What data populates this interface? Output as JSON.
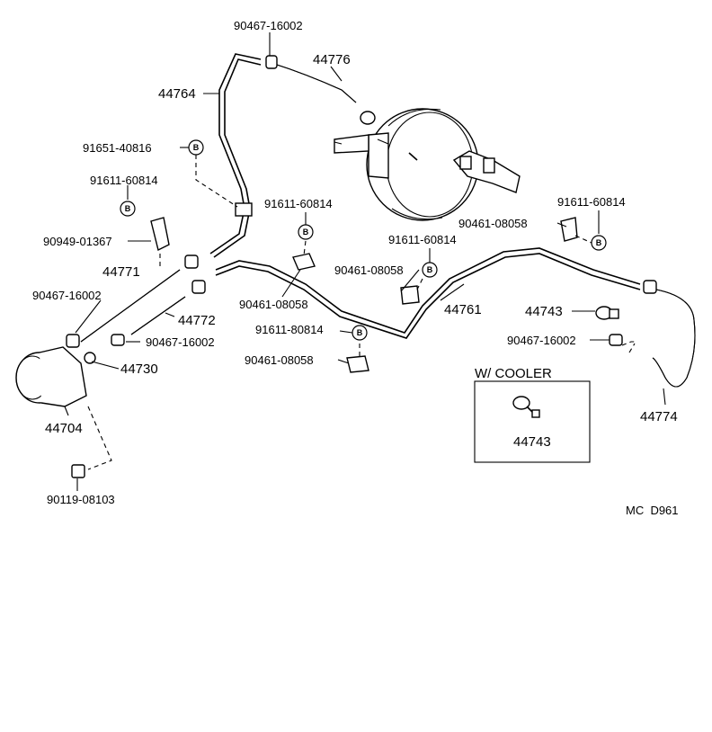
{
  "labels": {
    "p90467_16002_top": "90467-16002",
    "p44776": "44776",
    "p44764": "44764",
    "p91651_40816": "91651-40816",
    "p91611_60814_a": "91611-60814",
    "p90949_01367": "90949-01367",
    "p44771": "44771",
    "p90467_16002_left": "90467-16002",
    "p44772": "44772",
    "p90467_16002_mid": "90467-16002",
    "p44730": "44730",
    "p44704": "44704",
    "p90119_08103": "90119-08103",
    "p91611_60814_b": "91611-60814",
    "p90461_08058_a": "90461-08058",
    "p91611_60814_c": "91611-60814",
    "p90461_08058_b": "90461-08058",
    "p91611_80814": "91611-80814",
    "p90461_08058_c": "90461-08058",
    "p44761": "44761",
    "p90461_08058_d": "90461-08058",
    "p91611_60814_d": "91611-60814",
    "p44743": "44743",
    "p90467_16002_right": "90467-16002",
    "p44774": "44774",
    "cooler_title": "W/ COOLER",
    "cooler_part": "44743",
    "diagram_code": "MC  D961"
  },
  "bolt_symbol": "B"
}
